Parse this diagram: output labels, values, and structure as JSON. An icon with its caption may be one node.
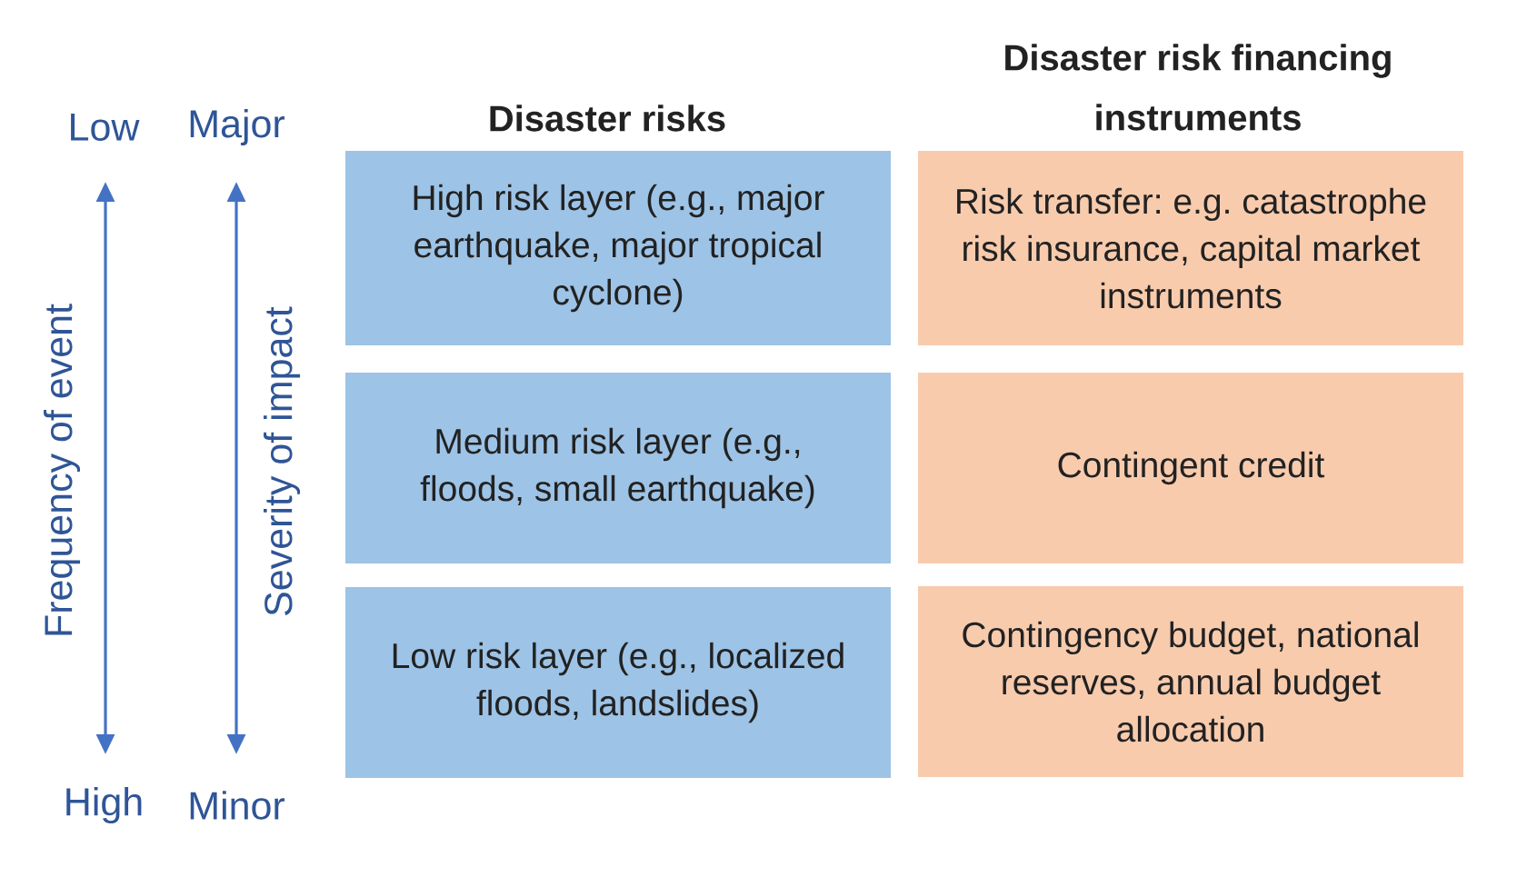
{
  "diagram": {
    "nodes": [
      {
        "text": [
          "High risk layer (e.g., major earthquake, major tropical cyclone)"
        ]
      },
      {
        "text": [
          "Risk transfer: e.g. catastrophe risk insurance, capital market instruments"
        ]
      },
      {
        "text": [
          "Medium risk layer (e.g., floods, small earthquake)"
        ]
      },
      {
        "text": [
          "Contingent credit"
        ]
      },
      {
        "text": [
          "Low risk layer (e.g., localized floods, landslides)"
        ]
      },
      {
        "text": [
          "Contingency budget, national reserves, annual budget allocation"
        ]
      }
    ],
    "labels": [
      "Disaster risk financing instruments",
      "Low",
      "Major",
      "Disaster risks",
      "Frequency of event",
      "Severity of impact",
      "High",
      "Minor"
    ]
  }
}
